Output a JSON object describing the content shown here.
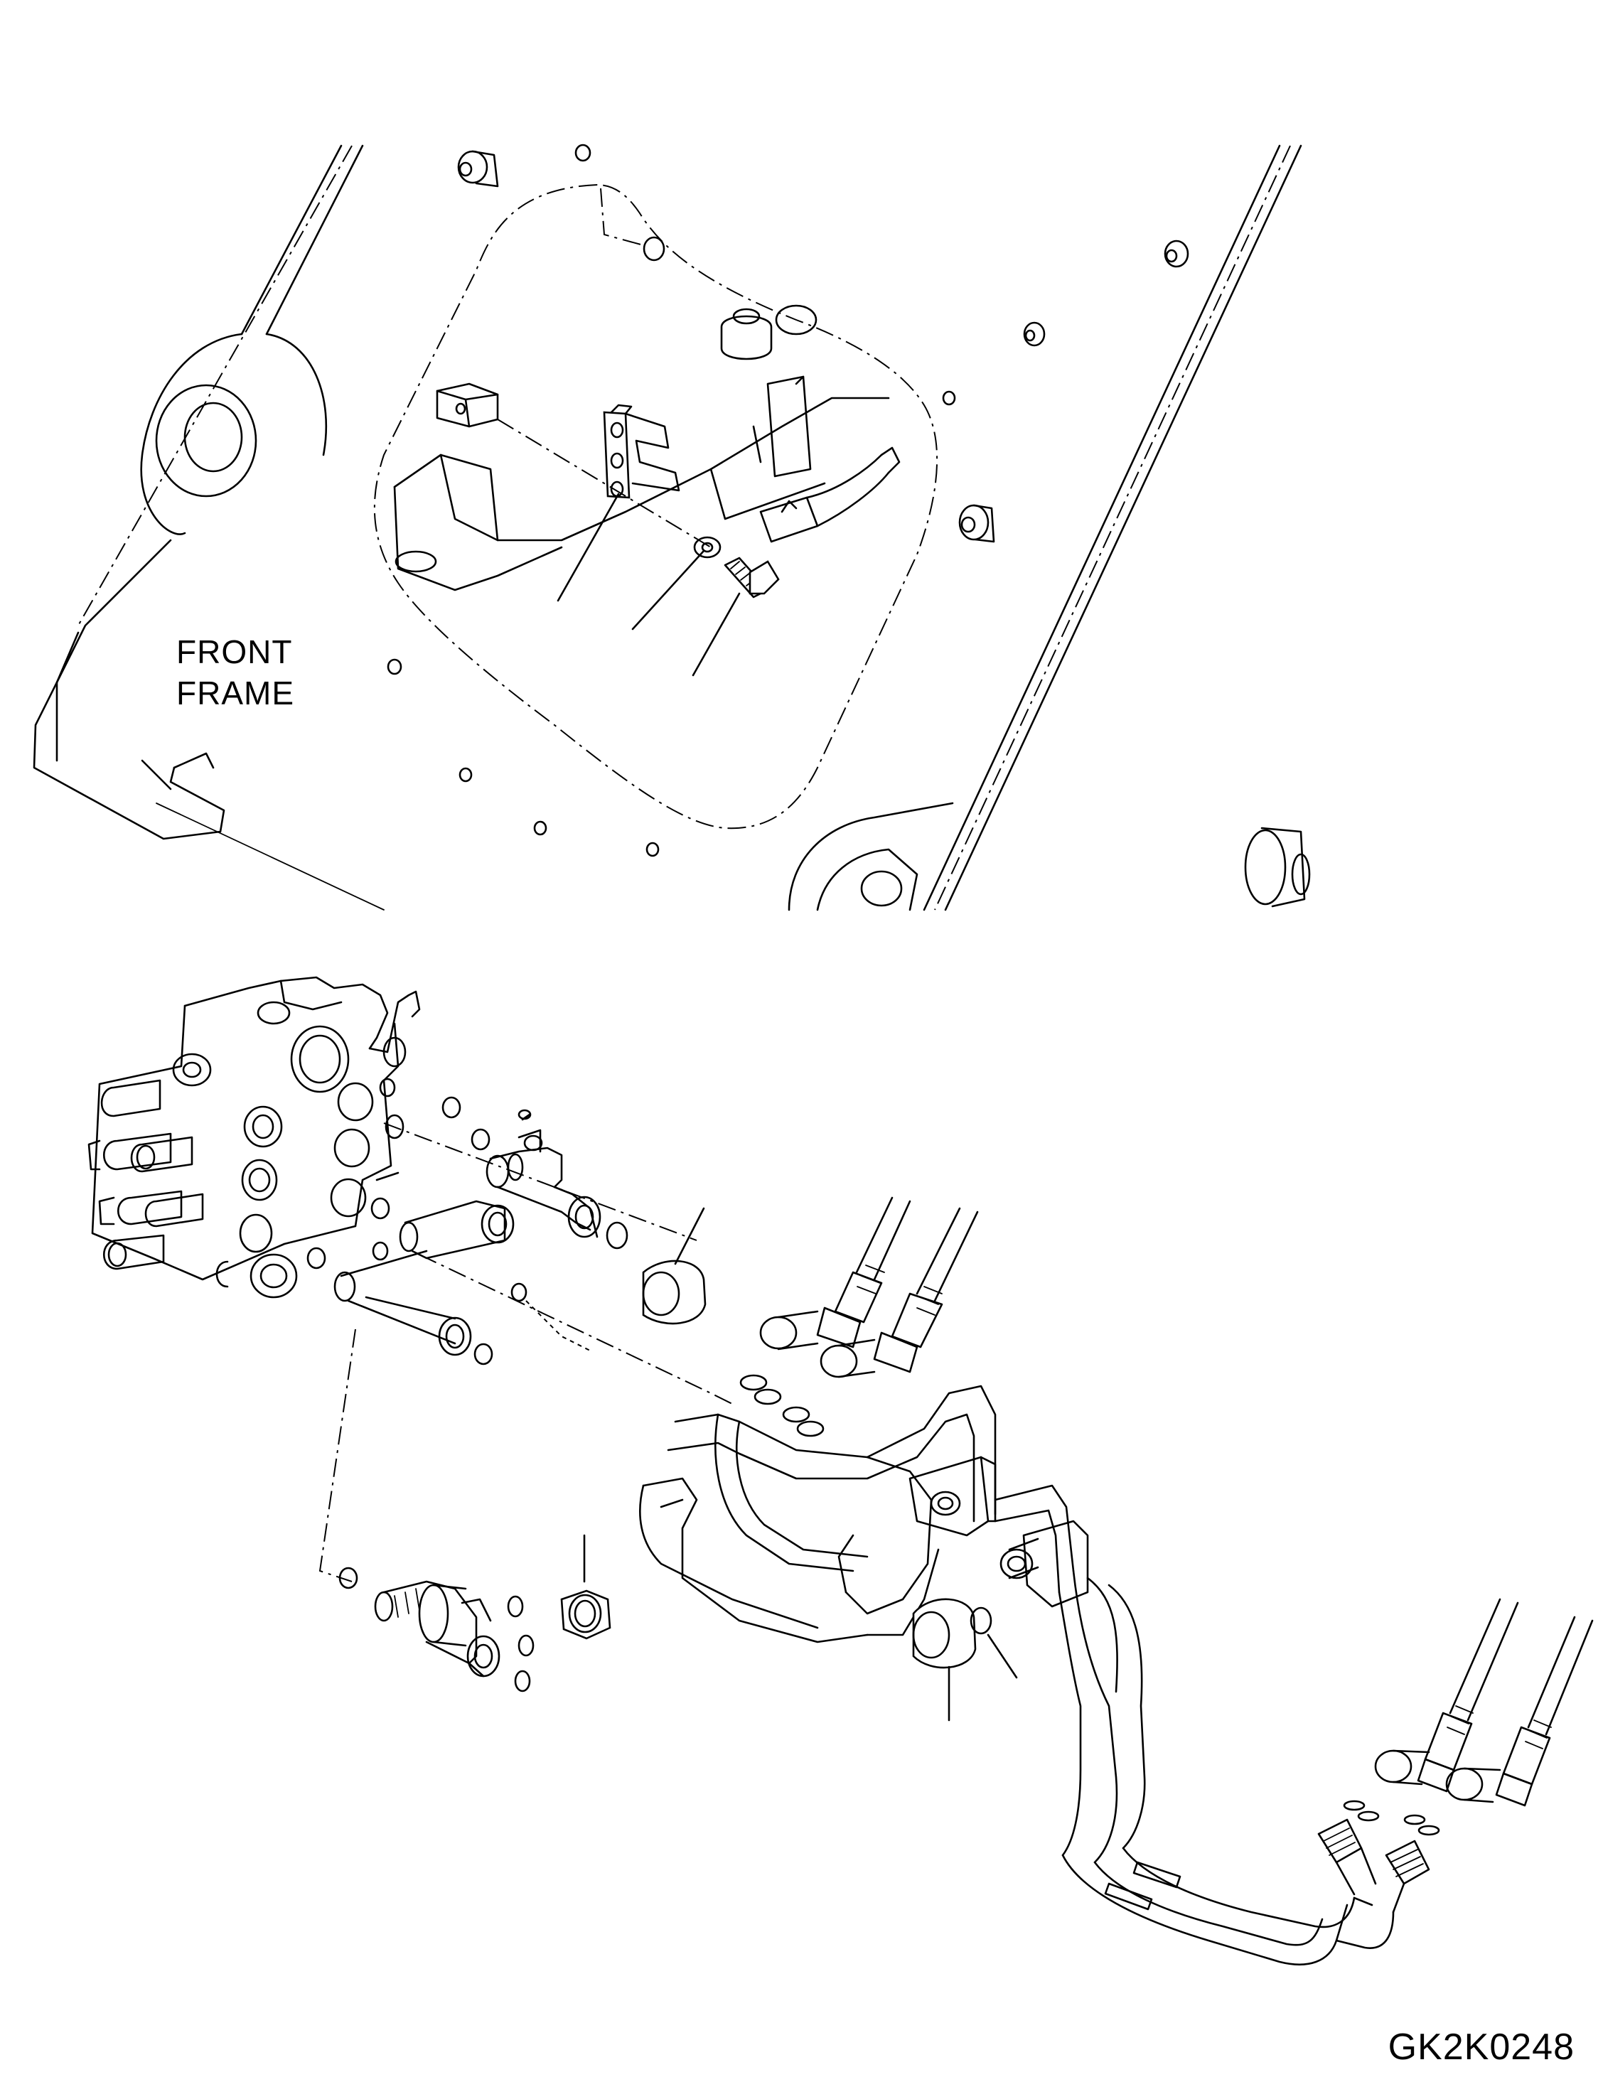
{
  "diagram": {
    "frame_label_line1": "FRONT",
    "frame_label_line2": "FRAME",
    "drawing_code": "GK2K0248"
  }
}
